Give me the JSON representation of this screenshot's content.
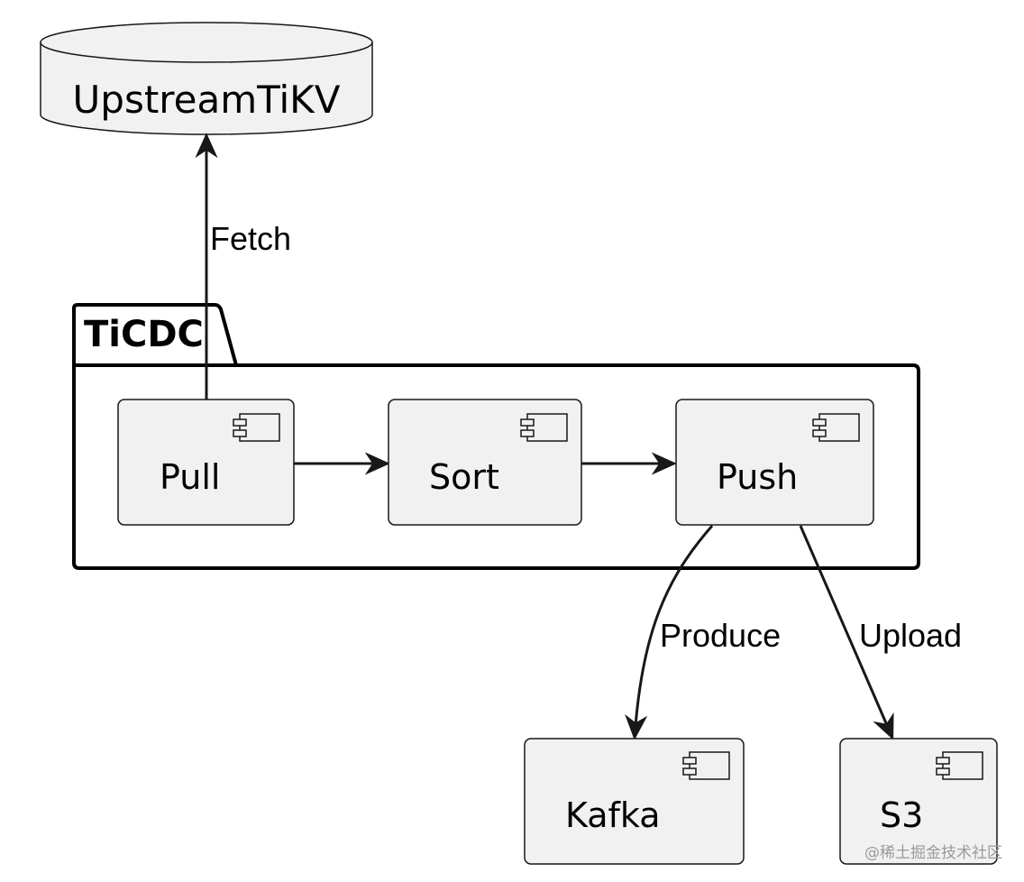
{
  "diagram": {
    "database": {
      "label": "UpstreamTiKV"
    },
    "package": {
      "label": "TiCDC"
    },
    "components": {
      "pull": {
        "label": "Pull"
      },
      "sort": {
        "label": "Sort"
      },
      "push": {
        "label": "Push"
      },
      "kafka": {
        "label": "Kafka"
      },
      "s3": {
        "label": "S3"
      }
    },
    "edges": {
      "fetch": {
        "label": "Fetch"
      },
      "produce": {
        "label": "Produce"
      },
      "upload": {
        "label": "Upload"
      }
    },
    "colors": {
      "node_fill": "#f1f1f1",
      "node_stroke": "#181818",
      "edge": "#181818",
      "package_stroke": "#000000"
    }
  },
  "watermark": {
    "text": "@稀土掘金技术社区"
  }
}
